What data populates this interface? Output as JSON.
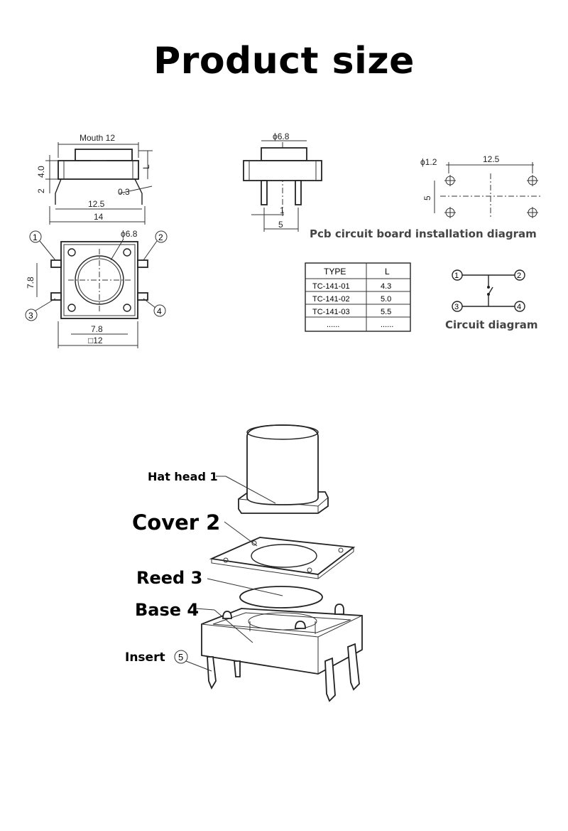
{
  "title": "Product size",
  "side_view": {
    "mouth_label": "Mouth 12",
    "dim_height_a": "4.0",
    "dim_height_b": "2",
    "dim_L": "L",
    "dim_pin": "0.3",
    "dim_pitch": "12.5",
    "dim_width": "14"
  },
  "front_view": {
    "dim_cap": "ϕ6.8",
    "dim_pin_a": "1",
    "dim_pin_b": "5"
  },
  "pcb_view": {
    "dim_hole": "ϕ1.2",
    "dim_pitch": "12.5",
    "dim_row": "5",
    "caption": "Pcb circuit board installation diagram"
  },
  "top_view": {
    "pin_1": "1",
    "pin_2": "2",
    "pin_3": "3",
    "pin_4": "4",
    "dim_cap": "ϕ6.8",
    "dim_height": "7.8",
    "dim_inner": "7.8",
    "dim_outer": "□12"
  },
  "table": {
    "headers": [
      "TYPE",
      "L"
    ],
    "rows": [
      [
        "TC-141-01",
        "4.3"
      ],
      [
        "TC-141-02",
        "5.0"
      ],
      [
        "TC-141-03",
        "5.5"
      ],
      [
        "......",
        "......"
      ]
    ]
  },
  "circuit": {
    "pin_1": "1",
    "pin_2": "2",
    "pin_3": "3",
    "pin_4": "4",
    "caption": "Circuit diagram"
  },
  "exploded": {
    "hat": "Hat head 1",
    "cover": "Cover 2",
    "reed": "Reed 3",
    "base": "Base 4",
    "insert": "Insert",
    "insert_num": "5"
  }
}
